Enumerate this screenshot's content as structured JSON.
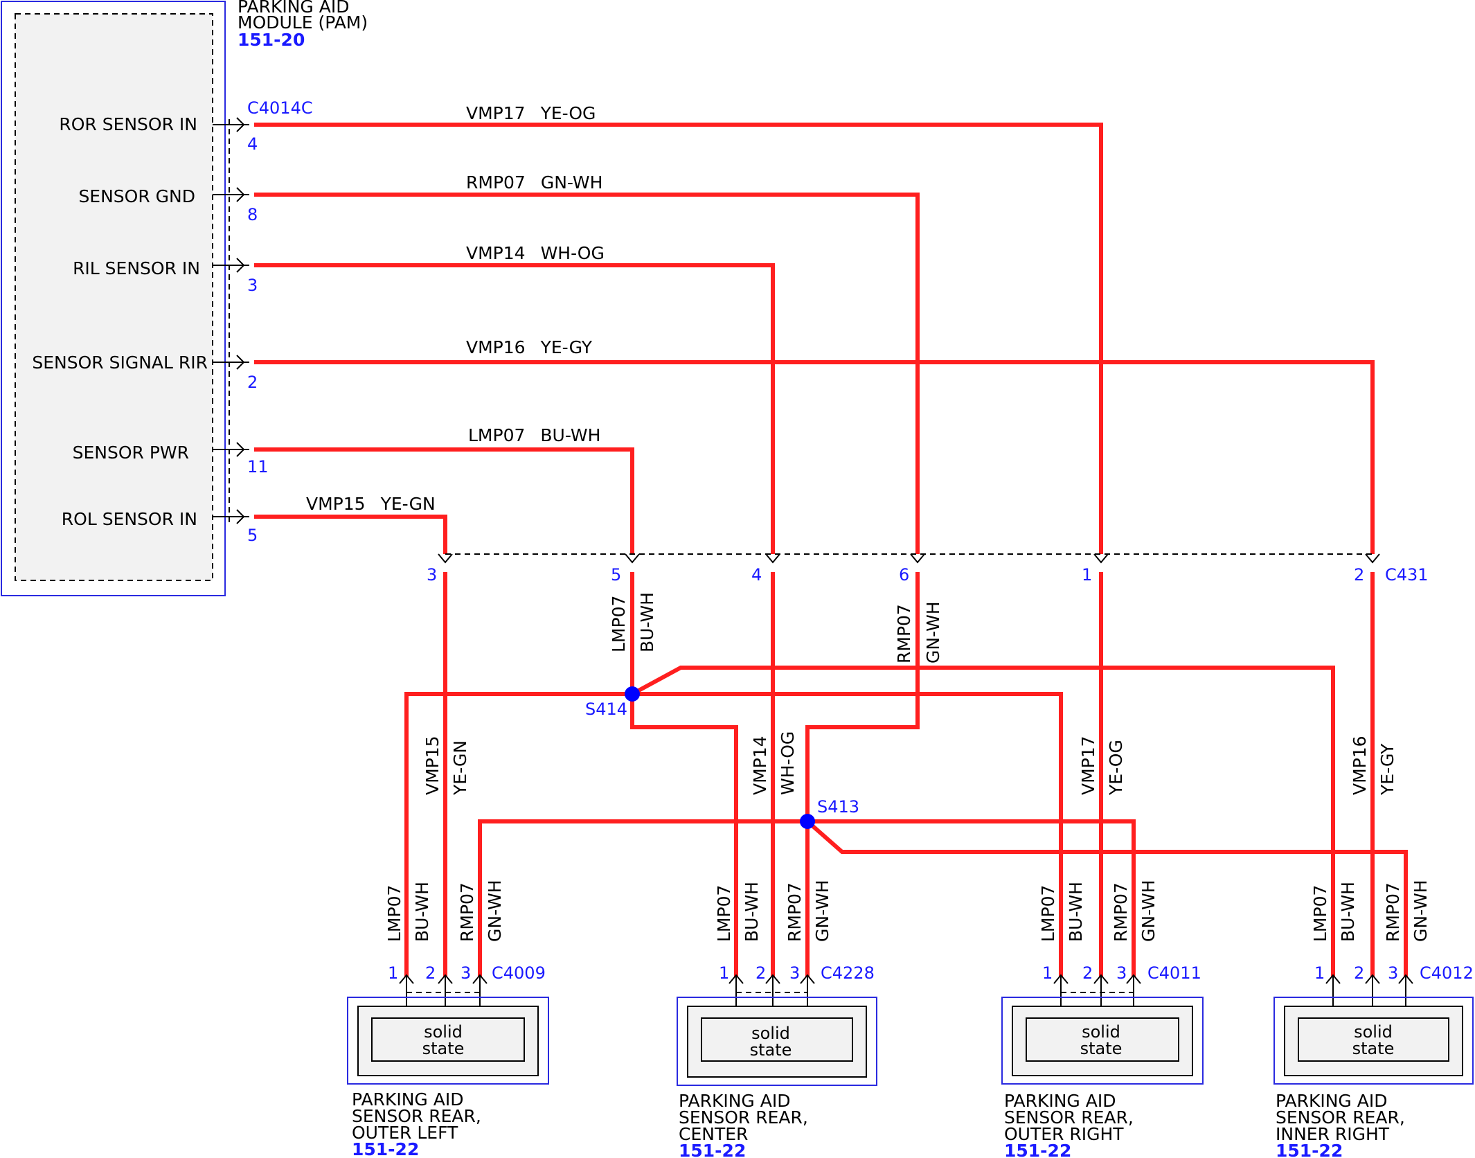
{
  "module": {
    "name_lines": [
      "PARKING AID",
      "MODULE (PAM)"
    ],
    "ref": "151-20",
    "connector": "C4014C",
    "pins": [
      {
        "label": "ROR SENSOR IN",
        "pin": "4"
      },
      {
        "label": "SENSOR GND",
        "pin": "8"
      },
      {
        "label": "RIL SENSOR IN",
        "pin": "3"
      },
      {
        "label": "SENSOR SIGNAL RIR",
        "pin": "2"
      },
      {
        "label": "SENSOR PWR",
        "pin": "11"
      },
      {
        "label": "ROL SENSOR IN",
        "pin": "5"
      }
    ]
  },
  "wires": [
    {
      "circuit": "VMP17",
      "color": "YE-OG"
    },
    {
      "circuit": "RMP07",
      "color": "GN-WH"
    },
    {
      "circuit": "VMP14",
      "color": "WH-OG"
    },
    {
      "circuit": "VMP16",
      "color": "YE-GY"
    },
    {
      "circuit": "LMP07",
      "color": "BU-WH"
    },
    {
      "circuit": "VMP15",
      "color": "YE-GN"
    }
  ],
  "inline_connector": {
    "name": "C431",
    "pins": [
      "3",
      "5",
      "4",
      "6",
      "1",
      "2"
    ]
  },
  "splices": [
    "S414",
    "S413"
  ],
  "sensor_wire_labels": {
    "power": {
      "circuit": "LMP07",
      "color": "BU-WH"
    },
    "ground": {
      "circuit": "RMP07",
      "color": "GN-WH"
    }
  },
  "sensors": [
    {
      "connector": "C4009",
      "pins": [
        "1",
        "2",
        "3"
      ],
      "body_lines": [
        "solid",
        "state"
      ],
      "name_lines": [
        "PARKING AID",
        "SENSOR REAR,",
        "OUTER LEFT"
      ],
      "ref": "151-22"
    },
    {
      "connector": "C4228",
      "pins": [
        "1",
        "2",
        "3"
      ],
      "body_lines": [
        "solid",
        "state"
      ],
      "name_lines": [
        "PARKING AID",
        "SENSOR REAR,",
        "CENTER"
      ],
      "ref": "151-22"
    },
    {
      "connector": "C4011",
      "pins": [
        "1",
        "2",
        "3"
      ],
      "body_lines": [
        "solid",
        "state"
      ],
      "name_lines": [
        "PARKING AID",
        "SENSOR REAR,",
        "OUTER RIGHT"
      ],
      "ref": "151-22"
    },
    {
      "connector": "C4012",
      "pins": [
        "1",
        "2",
        "3"
      ],
      "body_lines": [
        "solid",
        "state"
      ],
      "name_lines": [
        "PARKING AID",
        "SENSOR REAR,",
        "INNER RIGHT"
      ],
      "ref": "151-22"
    }
  ],
  "colors": {
    "wire": "#ff1f1f",
    "connector_text": "#1a1aff",
    "splice": "#0000ff"
  }
}
